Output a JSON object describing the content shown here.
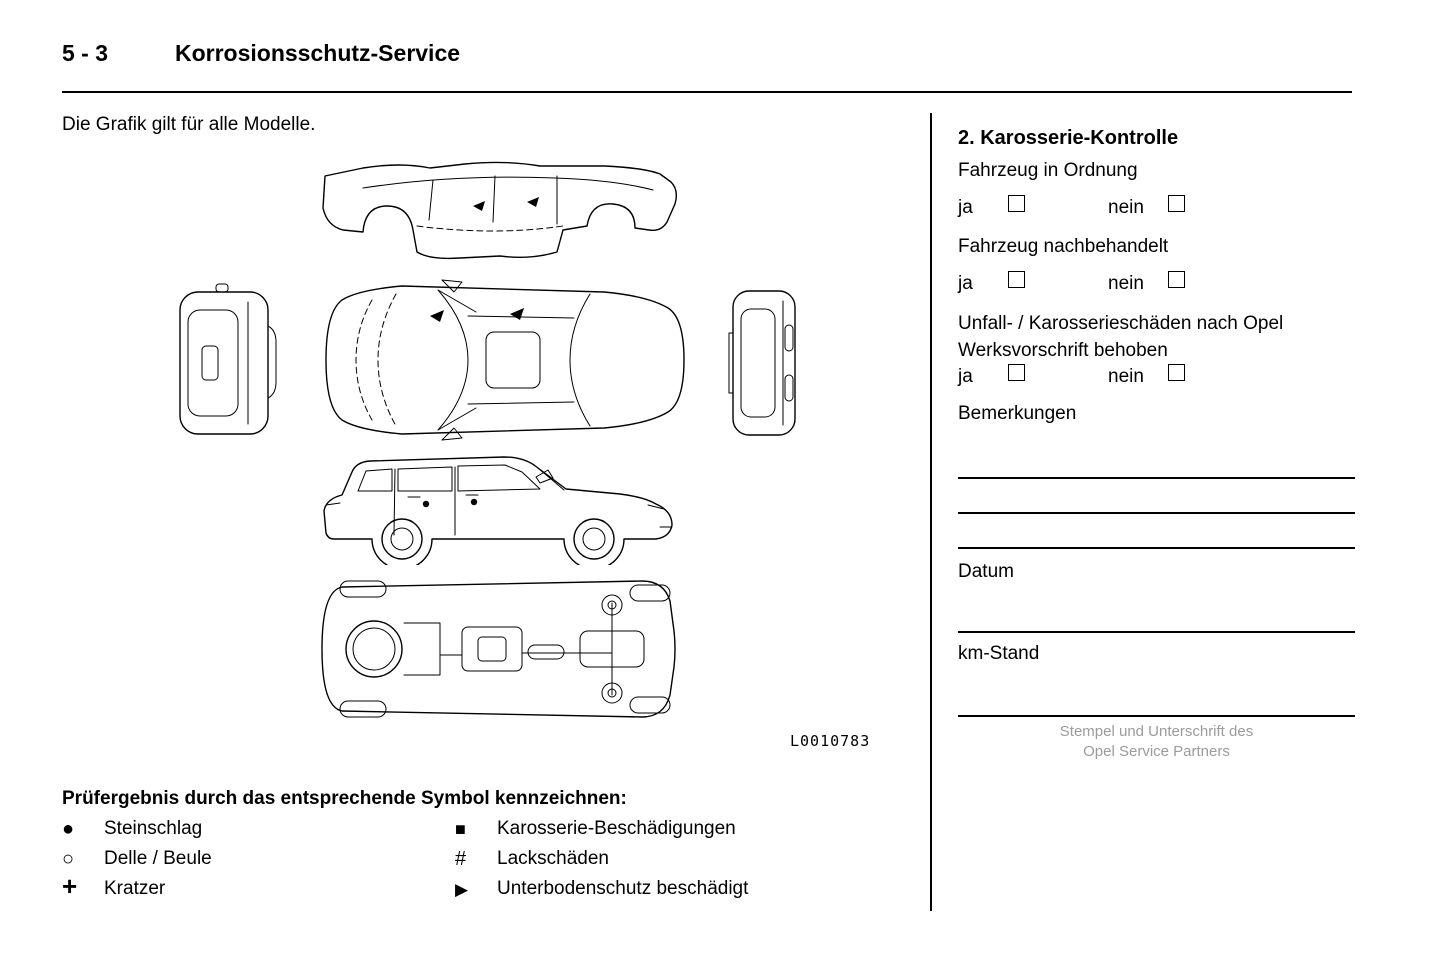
{
  "header": {
    "page_number": "5 - 3",
    "title": "Korrosionsschutz-Service"
  },
  "intro": {
    "caption": "Die Grafik gilt für alle Modelle."
  },
  "diagram": {
    "figure_code": "L0010783",
    "views": [
      "body-shell-perspective",
      "rear-view",
      "top-view",
      "front-view",
      "side-view",
      "underbody-view"
    ]
  },
  "legend": {
    "title": "Prüfergebnis durch das entsprechende Symbol kennzeichnen:",
    "items": [
      {
        "symbol": "●",
        "label": "Steinschlag"
      },
      {
        "symbol": "○",
        "label": "Delle / Beule"
      },
      {
        "symbol": "+",
        "label": "Kratzer"
      },
      {
        "symbol": "■",
        "label": "Karosserie-Beschädigungen"
      },
      {
        "symbol": "#",
        "label": "Lackschäden"
      },
      {
        "symbol": "▶",
        "label": "Unterbodenschutz beschädigt"
      }
    ]
  },
  "form": {
    "section_title": "2. Karosserie-Kontrolle",
    "questions": [
      {
        "label": "Fahrzeug in Ordnung",
        "yes_label": "ja",
        "no_label": "nein"
      },
      {
        "label": "Fahrzeug nachbehandelt",
        "yes_label": "ja",
        "no_label": "nein"
      },
      {
        "label": "Unfall- / Karosserieschäden nach Opel Werksvorschrift behoben",
        "yes_label": "ja",
        "no_label": "nein"
      }
    ],
    "remarks_label": "Bemerkungen",
    "date_label": "Datum",
    "mileage_label": "km-Stand",
    "stamp_note": "Stempel und Unterschrift des Opel Service Partners"
  }
}
